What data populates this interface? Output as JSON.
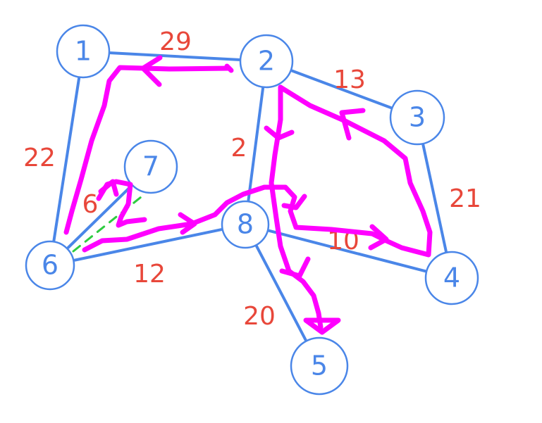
{
  "diagram": {
    "colors": {
      "node": "#4A86E8",
      "edge": "#4A86E8",
      "weight": "#E8473A",
      "drawn_path": "#FF00FF",
      "highlight": "#2ECC40"
    },
    "nodes": [
      {
        "id": "1",
        "label": "1"
      },
      {
        "id": "2",
        "label": "2"
      },
      {
        "id": "3",
        "label": "3"
      },
      {
        "id": "4",
        "label": "4"
      },
      {
        "id": "5",
        "label": "5"
      },
      {
        "id": "6",
        "label": "6"
      },
      {
        "id": "7",
        "label": "7"
      },
      {
        "id": "8",
        "label": "8"
      }
    ],
    "edges": [
      {
        "from": "1",
        "to": "2",
        "weight": "29"
      },
      {
        "from": "1",
        "to": "6",
        "weight": "22"
      },
      {
        "from": "2",
        "to": "3",
        "weight": "13"
      },
      {
        "from": "2",
        "to": "8",
        "weight": "2"
      },
      {
        "from": "3",
        "to": "4",
        "weight": "21"
      },
      {
        "from": "6",
        "to": "7",
        "weight": "6"
      },
      {
        "from": "6",
        "to": "8",
        "weight": "12"
      },
      {
        "from": "8",
        "to": "4",
        "weight": "10"
      },
      {
        "from": "8",
        "to": "5",
        "weight": "20"
      }
    ]
  }
}
